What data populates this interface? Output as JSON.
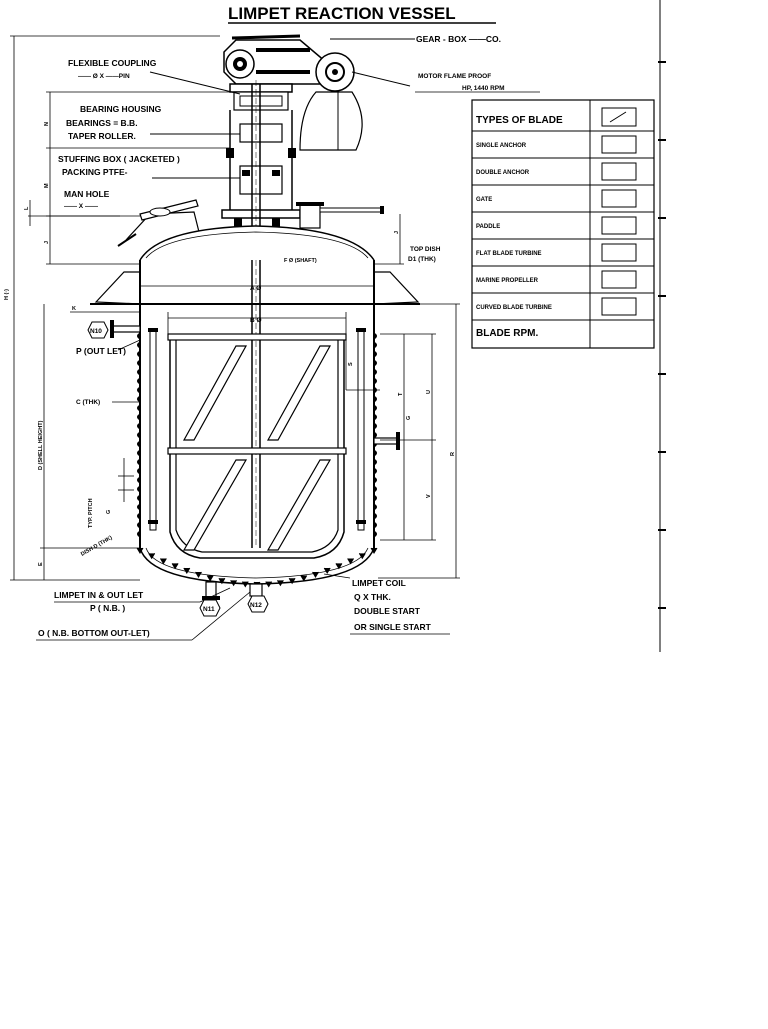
{
  "title": "LIMPET   REACTION VESSEL",
  "top_labels": {
    "gear_box": "GEAR - BOX ——CO.",
    "motor_line1": "MOTOR FLAME PROOF",
    "motor_line2": "HP, 1440 RPM",
    "flexible_coupling": "FLEXIBLE COUPLING",
    "coupling_dim": "—— Ø X ——PIN",
    "bearing_housing": "BEARING HOUSING",
    "bearings": "BEARINGS = B.B.",
    "taper_roller": "TAPER ROLLER.",
    "stuffing_box": "STUFFING BOX ( JACKETED )",
    "packing": "PACKING PTFE-",
    "man_hole": "MAN HOLE",
    "man_hole_dim": "—— X ——"
  },
  "vessel_labels": {
    "shaft": "F Ø (SHAFT)",
    "top_dish": "TOP DISH",
    "top_dish_thk": "D1 (THK)",
    "a_dia": "A Ø",
    "b_dia": "B Ø",
    "outlet": "P (OUT LET)",
    "c_thk": "C (THK)",
    "shell_height": "D (SHELL HEIGHT)",
    "overall": "H (·)",
    "typ_pitch": "TYP. PITCH",
    "g": "G",
    "dish": "DISH D (THK)",
    "e": "E",
    "limpet_in_out": "LIMPET IN & OUT LET",
    "limpet_nb": "P ( N.B. )",
    "bottom_outlet": "O ( N.B. BOTTOM OUT-LET)",
    "limpet_coil": "LIMPET COIL",
    "coil_thk": "Q X  THK.",
    "double_start": "DOUBLE START",
    "single_start": "OR SINGLE START",
    "n10": "N10",
    "n11": "N11",
    "n12": "N12",
    "k": "K",
    "l": "L",
    "m": "M",
    "n": "N",
    "j": "J",
    "s": "S",
    "t": "T",
    "u": "U",
    "v": "V",
    "r": "R"
  },
  "blade_table": {
    "header": "TYPES OF BLADE",
    "rows": [
      "SINGLE ANCHOR",
      "DOUBLE ANCHOR",
      "GATE",
      "PADDLE",
      "FLAT BLADE TURBINE",
      "MARINE PROPELLER",
      "CURVED BLADE TURBINE"
    ],
    "footer": "BLADE  RPM."
  }
}
